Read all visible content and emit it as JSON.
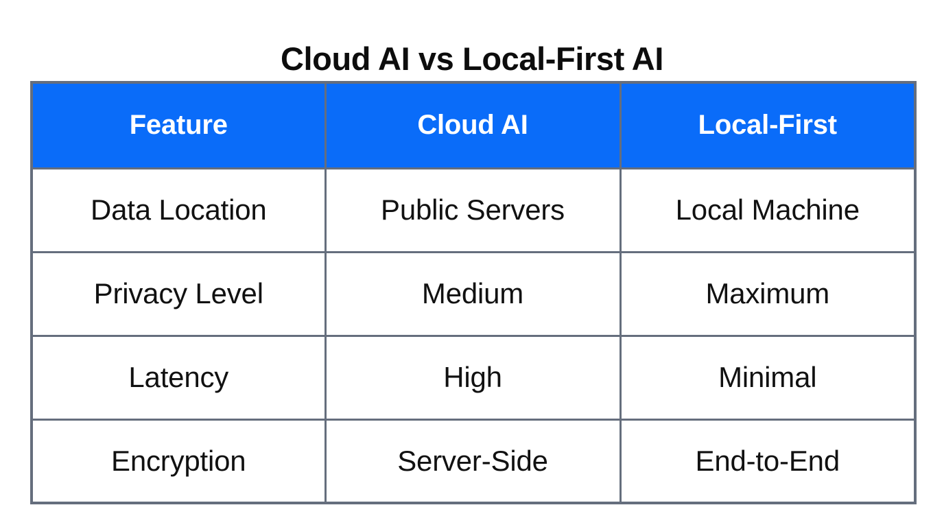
{
  "title": "Cloud AI vs Local-First AI",
  "theme": {
    "header_background": "#0a6cf9",
    "header_text": "#ffffff",
    "border": "#656e7d",
    "cell_background": "#ffffff",
    "cell_text": "#111111",
    "page_background": "#ffffff",
    "title_text": "#0d0d0d"
  },
  "table": {
    "columns": [
      "Feature",
      "Cloud AI",
      "Local-First"
    ],
    "rows": [
      {
        "feature": "Data Location",
        "cloud_ai": "Public Servers",
        "local_first": "Local Machine"
      },
      {
        "feature": "Privacy Level",
        "cloud_ai": "Medium",
        "local_first": "Maximum"
      },
      {
        "feature": "Latency",
        "cloud_ai": "High",
        "local_first": "Minimal"
      },
      {
        "feature": "Encryption",
        "cloud_ai": "Server-Side",
        "local_first": "End-to-End"
      }
    ]
  }
}
